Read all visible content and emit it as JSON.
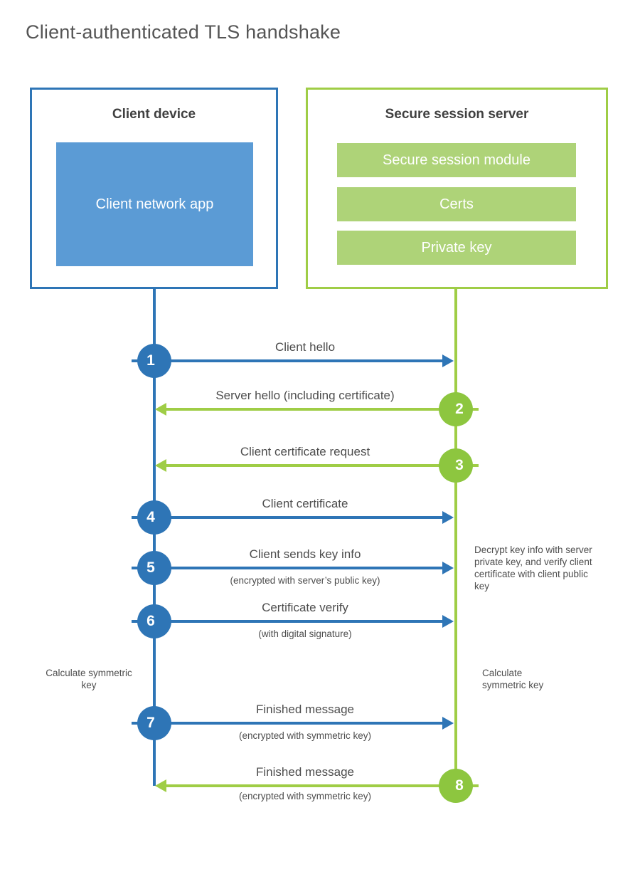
{
  "page": {
    "title": "Client-authenticated TLS handshake"
  },
  "client_box": {
    "title": "Client device",
    "app_label": "Client network app"
  },
  "server_box": {
    "title": "Secure session server",
    "modules": [
      "Secure session module",
      "Certs",
      "Private key"
    ]
  },
  "messages": [
    {
      "num": "1",
      "from": "client",
      "to": "server",
      "label": "Client hello",
      "sub": ""
    },
    {
      "num": "2",
      "from": "server",
      "to": "client",
      "label": "Server hello (including certificate)",
      "sub": ""
    },
    {
      "num": "3",
      "from": "server",
      "to": "client",
      "label": "Client certificate request",
      "sub": ""
    },
    {
      "num": "4",
      "from": "client",
      "to": "server",
      "label": "Client certificate",
      "sub": ""
    },
    {
      "num": "5",
      "from": "client",
      "to": "server",
      "label": "Client sends key info",
      "sub": "(encrypted with server’s public key)"
    },
    {
      "num": "6",
      "from": "client",
      "to": "server",
      "label": "Certificate verify",
      "sub": "(with digital signature)"
    },
    {
      "num": "7",
      "from": "client",
      "to": "server",
      "label": "Finished message",
      "sub": "(encrypted with symmetric key)"
    },
    {
      "num": "8",
      "from": "server",
      "to": "client",
      "label": "Finished message",
      "sub": "(encrypted with symmetric key)"
    }
  ],
  "notes": {
    "decrypt": "Decrypt key info with server private key, and verify client certificate with client public key",
    "calc_left": "Calculate symmetric key",
    "calc_right": "Calculate symmetric key"
  },
  "colors": {
    "blue": "#2e75b6",
    "blue_light": "#5b9bd5",
    "green": "#9fcd46",
    "green_circle": "#8dc63f",
    "green_bar": "#aed378",
    "text_dark": "#404040",
    "text_gray": "#4d4d4d",
    "title_gray": "#555555"
  }
}
